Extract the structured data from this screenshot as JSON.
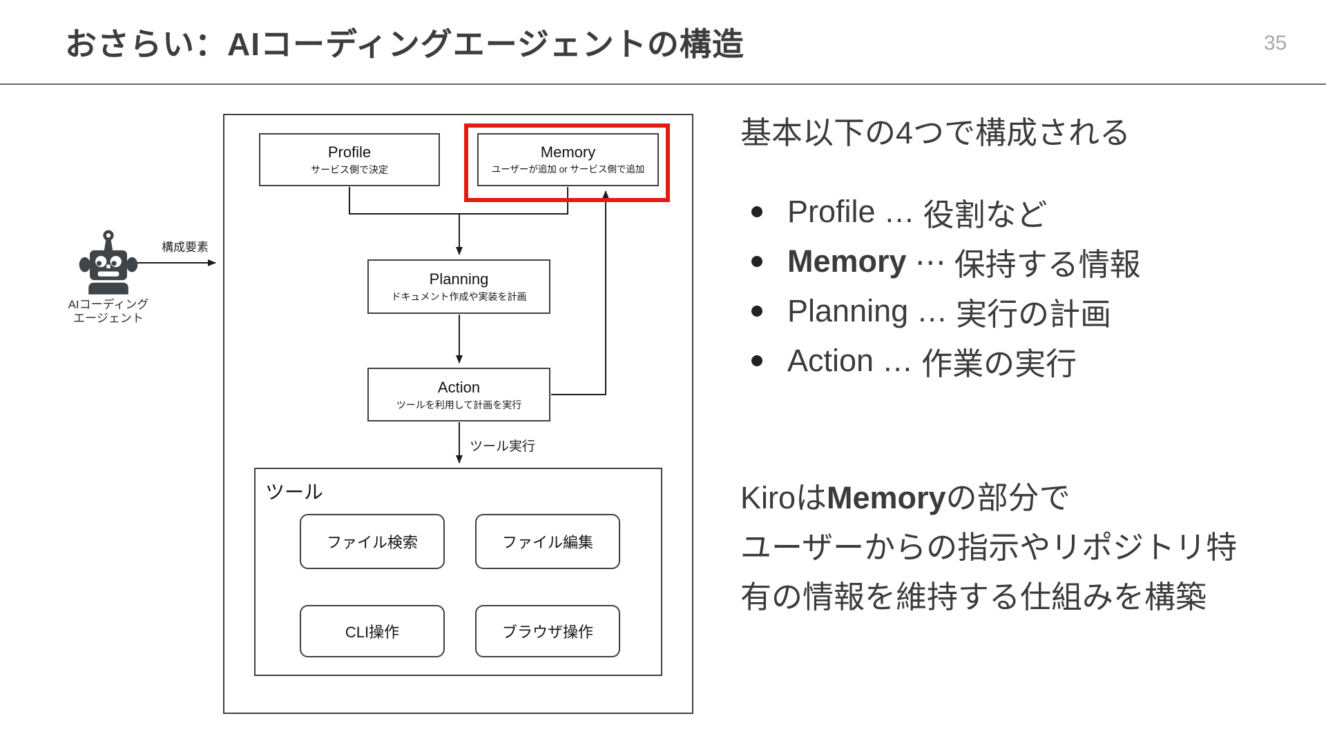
{
  "slide": {
    "title": "おさらい：AIコーディングエージェントの構造",
    "page_number": "35"
  },
  "colors": {
    "highlight_red": "#e11d13",
    "title_gray": "#3d3d3d",
    "page_number_gray": "#a8a8a8",
    "line_black": "#1a1a1a"
  },
  "diagram": {
    "agent_icon": "robot-icon",
    "agent_label_line1": "AIコーディング",
    "agent_label_line2": "エージェント",
    "arrow_label": "構成要素",
    "profile": {
      "title": "Profile",
      "subtitle": "サービス側で決定"
    },
    "memory": {
      "title": "Memory",
      "subtitle": "ユーザーが追加 or サービス側で追加"
    },
    "planning": {
      "title": "Planning",
      "subtitle": "ドキュメント作成や実装を計画"
    },
    "action": {
      "title": "Action",
      "subtitle": "ツールを利用して計画を実行"
    },
    "tool_exec_label": "ツール実行",
    "tools": {
      "title": "ツール",
      "items": [
        "ファイル検索",
        "ファイル編集",
        "CLI操作",
        "ブラウザ操作"
      ]
    }
  },
  "panel": {
    "intro": "基本以下の4つで構成される",
    "bullets": [
      {
        "name": "Profile",
        "sep": "…",
        "desc": "役割など"
      },
      {
        "name": "Memory",
        "sep": "⋯",
        "desc": "保持する情報"
      },
      {
        "name": "Planning",
        "sep": "…",
        "desc": "実行の計画"
      },
      {
        "name": "Action",
        "sep": "…",
        "desc": "作業の実行"
      }
    ],
    "outro": {
      "line1_pre": "Kiroは",
      "line1_bold": "Memory",
      "line1_post": "の部分で",
      "line2": "ユーザーからの指示やリポジトリ特",
      "line3": "有の情報を維持する仕組みを構築"
    }
  }
}
